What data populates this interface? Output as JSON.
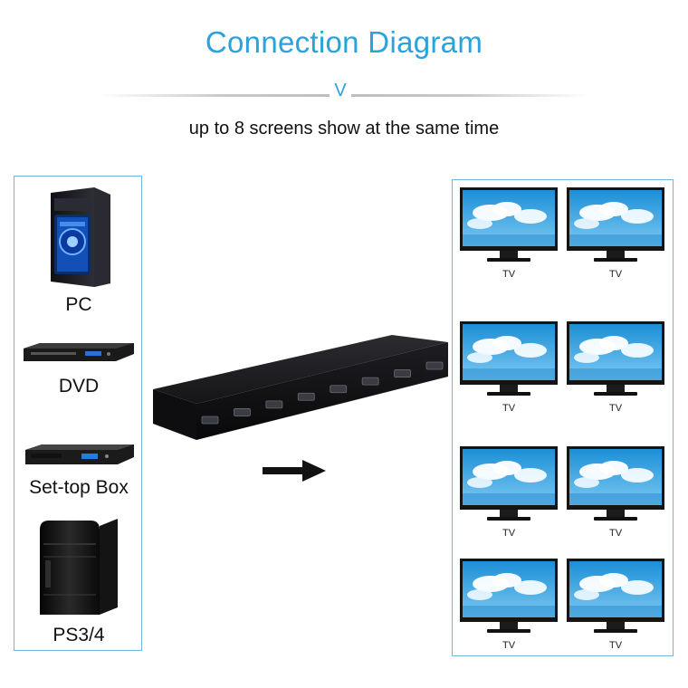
{
  "header": {
    "title": "Connection Diagram",
    "chevron": "V",
    "subtitle": "up to 8 screens show at the same time"
  },
  "sources": [
    {
      "label": "PC",
      "icon": "pc-tower-icon"
    },
    {
      "label": "DVD",
      "icon": "dvd-player-icon"
    },
    {
      "label": "Set-top Box",
      "icon": "set-top-box-icon"
    },
    {
      "label": "PS3/4",
      "icon": "game-console-icon"
    }
  ],
  "switch": {
    "ports": 8,
    "icon": "hdmi-splitter-icon"
  },
  "arrow": {
    "icon": "right-arrow-icon"
  },
  "outputs": [
    {
      "label": "TV"
    },
    {
      "label": "TV"
    },
    {
      "label": "TV"
    },
    {
      "label": "TV"
    },
    {
      "label": "TV"
    },
    {
      "label": "TV"
    },
    {
      "label": "TV"
    },
    {
      "label": "TV"
    }
  ],
  "colors": {
    "accent": "#2aa2db",
    "panel_border": "#6db6dc",
    "device": "#1c1c1c"
  }
}
